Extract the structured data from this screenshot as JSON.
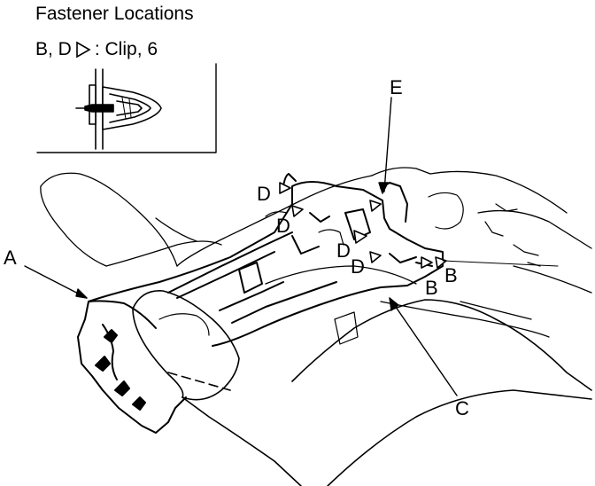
{
  "inset": {
    "title": "Fastener Locations",
    "legend_prefix": "B, D",
    "legend_suffix": ": Clip, 6"
  },
  "callouts": {
    "a": "A",
    "b1": "B",
    "b2": "B",
    "c": "C",
    "d1": "D",
    "d2": "D",
    "d3": "D",
    "d4": "D",
    "e": "E"
  },
  "icons": {
    "clip_marker": "hollow-right-triangle-icon",
    "clip_detail": "push-clip-icon"
  }
}
